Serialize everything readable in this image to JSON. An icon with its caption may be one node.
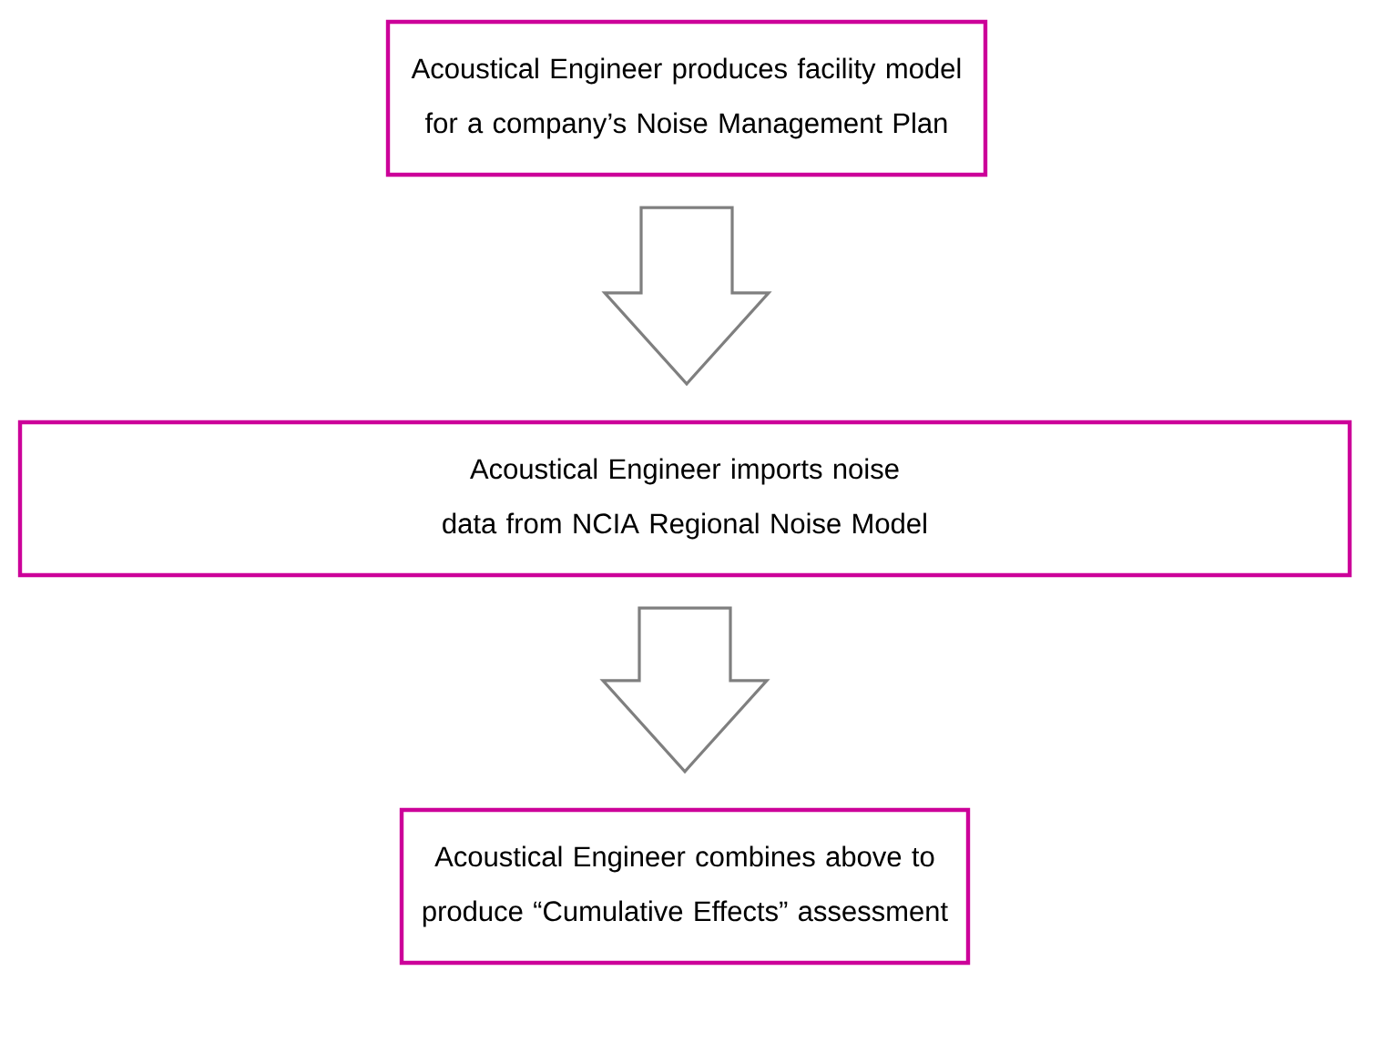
{
  "diagram": {
    "nodes": [
      {
        "text": [
          "Acoustical Engineer produces facility model for a company’s Noise Management Plan"
        ]
      },
      {
        "text": [
          "Acoustical Engineer imports noise data from NCIA Regional Noise Model"
        ]
      },
      {
        "text": [
          "Acoustical Engineer combines above to produce “Cumulative Effects” assessment"
        ]
      }
    ],
    "edges": [
      {
        "from": 0,
        "to": 1,
        "arrow": "to"
      },
      {
        "from": 1,
        "to": 2,
        "arrow": "to"
      }
    ]
  }
}
